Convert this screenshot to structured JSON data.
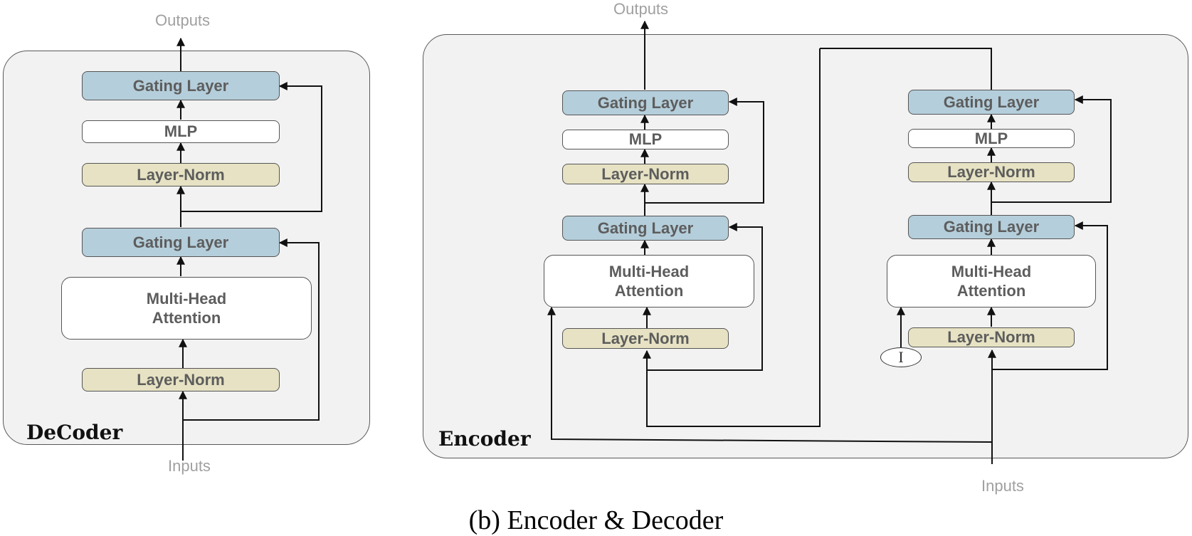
{
  "decoder": {
    "title": "DeCoder",
    "outputs_label": "Outputs",
    "inputs_label": "Inputs",
    "blocks": {
      "gate_top": "Gating Layer",
      "mlp": "MLP",
      "norm_top": "Layer-Norm",
      "gate_bottom": "Gating Layer",
      "mha_line1": "Multi-Head",
      "mha_line2": "Attention",
      "norm_bottom": "Layer-Norm"
    }
  },
  "encoder": {
    "title": "Encoder",
    "outputs_label": "Outputs",
    "inputs_label": "Inputs",
    "left_stack": {
      "gate_top": "Gating Layer",
      "mlp": "MLP",
      "norm_top": "Layer-Norm",
      "gate_bottom": "Gating Layer",
      "mha_line1": "Multi-Head",
      "mha_line2": "Attention",
      "norm_bottom": "Layer-Norm"
    },
    "right_stack": {
      "gate_top": "Gating Layer",
      "mlp": "MLP",
      "norm_top": "Layer-Norm",
      "gate_bottom": "Gating Layer",
      "mha_line1": "Multi-Head",
      "mha_line2": "Attention",
      "norm_bottom": "Layer-Norm",
      "extra_input": "I"
    }
  },
  "caption": "(b) Encoder & Decoder",
  "colors": {
    "gating": "#b5cedb",
    "layer_norm": "#e6e2c3",
    "panel": "#f2f2f2",
    "arrow": "#111111",
    "io_text": "#a0a0a0"
  }
}
